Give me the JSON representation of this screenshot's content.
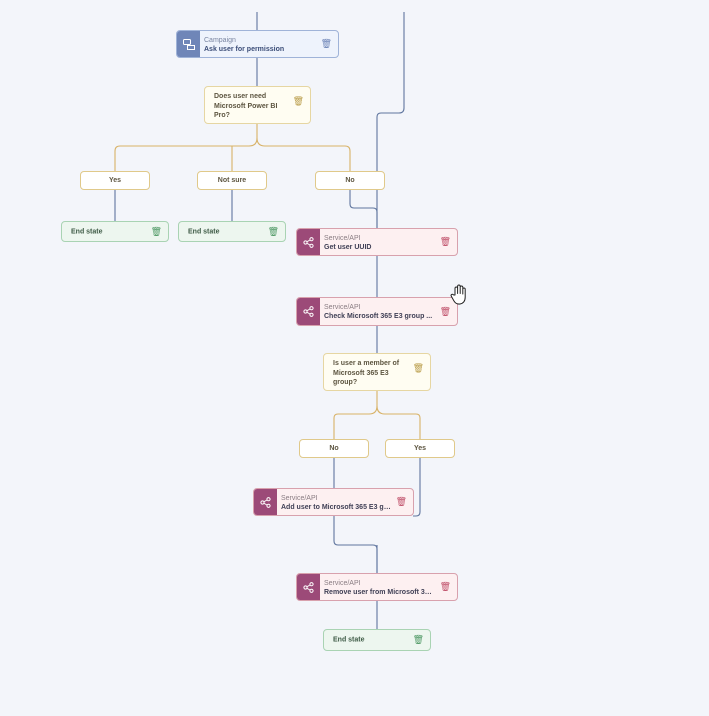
{
  "campaign": {
    "kind": "Campaign",
    "title": "Ask user for permission",
    "icon": "chat-bubbles-icon"
  },
  "decision_pbi": {
    "question": "Does user need Microsoft Power BI Pro?"
  },
  "branches_pbi": {
    "yes": "Yes",
    "not_sure": "Not sure",
    "no": "No"
  },
  "end_states": {
    "label": "End state"
  },
  "service_uuid": {
    "kind": "Service/API",
    "title": "Get user UUID"
  },
  "service_check": {
    "kind": "Service/API",
    "title": "Check Microsoft 365 E3 group ..."
  },
  "decision_e3": {
    "question": "Is user a member of Microsoft 365 E3 group?"
  },
  "branches_e3": {
    "no": "No",
    "yes": "Yes"
  },
  "service_add": {
    "kind": "Service/API",
    "title": "Add user to Microsoft 365 E3 gr..."
  },
  "service_remove": {
    "kind": "Service/API",
    "title": "Remove user from Microsoft 365..."
  },
  "icons": {
    "delete": "trash-icon",
    "service": "share-nodes-icon",
    "cursor": "hand-cursor-icon"
  },
  "colors": {
    "background": "#f3f5fa",
    "wire_main": "#5f759e",
    "wire_branch": "#d8b267",
    "service_accent": "#9c4a78",
    "campaign_accent": "#6f86b8",
    "end_accent": "#4f9965"
  }
}
